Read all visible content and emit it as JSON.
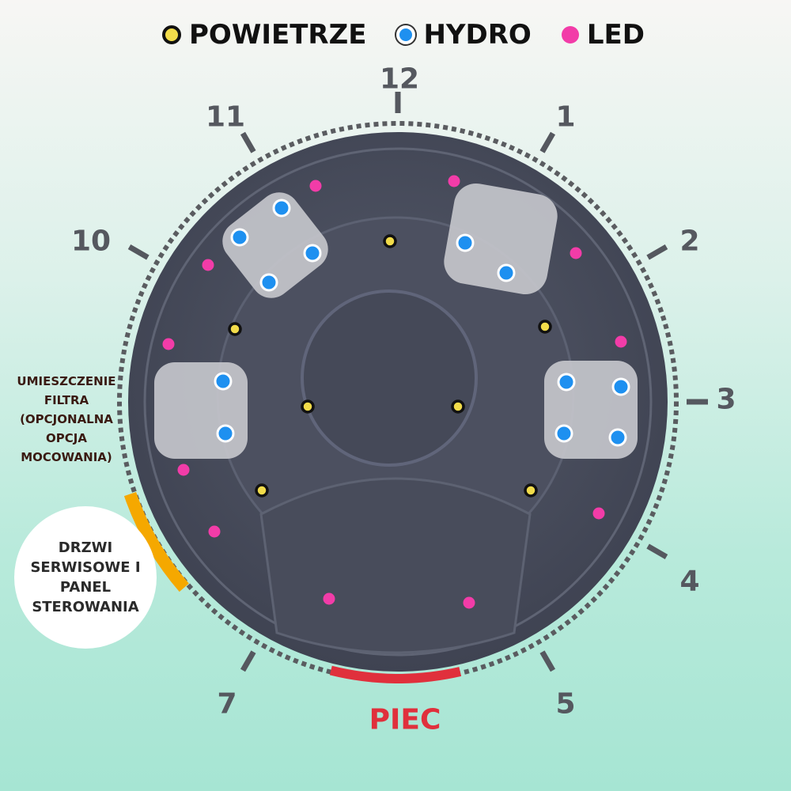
{
  "legend": [
    {
      "label": "POWIETRZE",
      "color": "#f2dc4a",
      "icon": "air-jet-dot-icon"
    },
    {
      "label": "HYDRO",
      "color": "#1e90f0",
      "icon": "hydro-jet-dot-icon"
    },
    {
      "label": "LED",
      "color": "#f23ca8",
      "icon": "led-dot-icon"
    }
  ],
  "hours": [
    "12",
    "1",
    "2",
    "3",
    "4",
    "5",
    "7",
    "10",
    "11"
  ],
  "filter_label": "UMIESZCZENIE FILTRA (OPCJONALNA OPCJA MOCOWANIA)",
  "door_label": "DRZWI SERWISOWE I PANEL STEROWANIA",
  "heater_label": "PIEC",
  "colors": {
    "tub": "#4a4e5e",
    "seat": "#c4c6cb",
    "heater": "#e0303c",
    "door": "#f5a800"
  }
}
